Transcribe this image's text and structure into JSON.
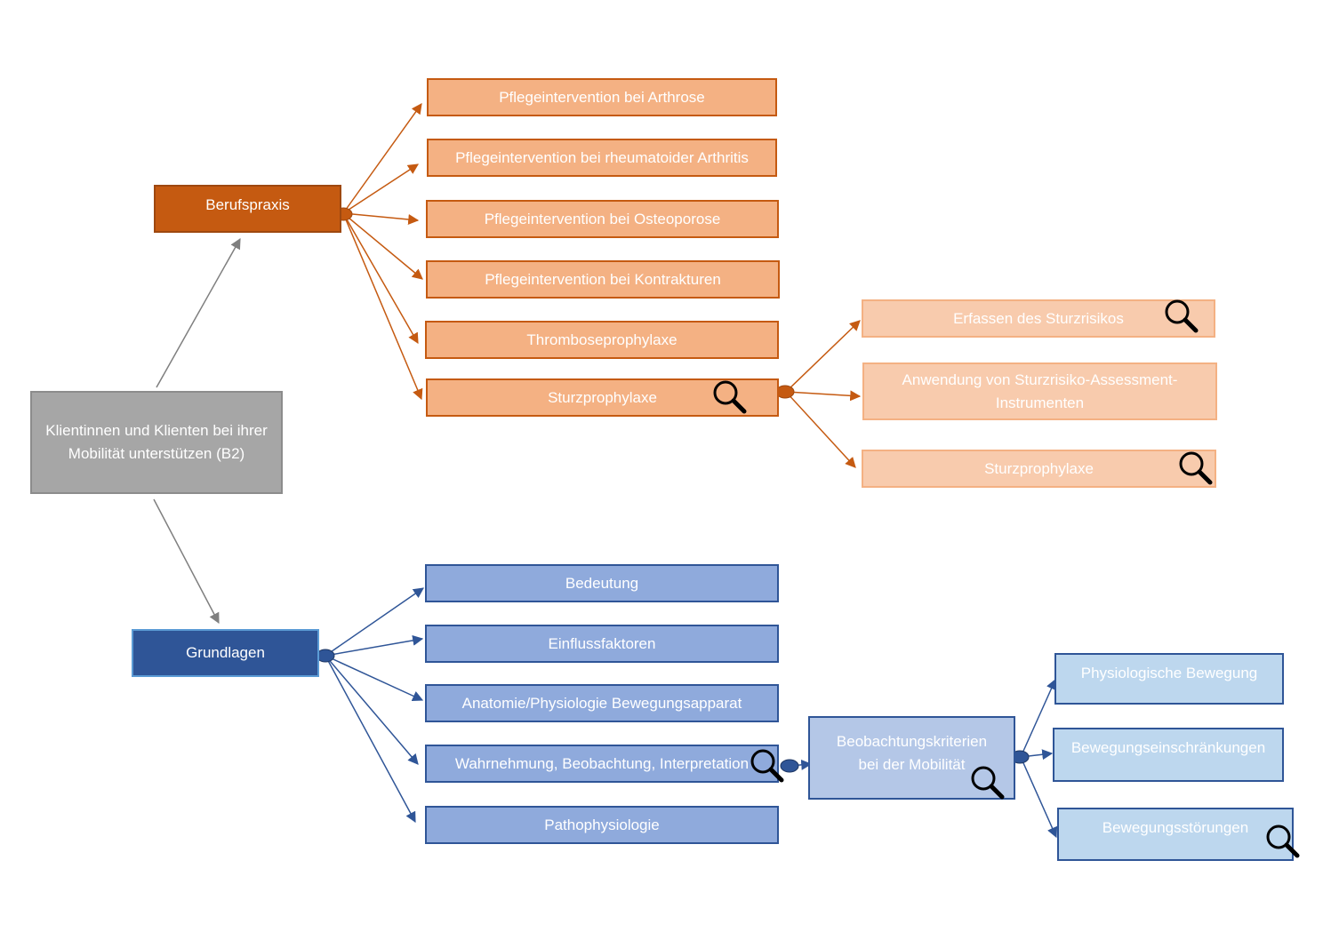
{
  "colors": {
    "gray_arrow": "#7f7f7f",
    "orange_arrow": "#c55a11",
    "blue_arrow": "#2f5597"
  },
  "icon": "magnifier-icon",
  "nodes": {
    "root": "Klientinnen und Klienten bei ihrer Mobilität unterstützen (B2)",
    "berufspraxis": "Berufspraxis",
    "grundlagen": "Grundlagen",
    "arthrose": "Pflegeintervention bei Arthrose",
    "rheuma": "Pflegeintervention bei rheumatoider Arthritis",
    "osteoporose": "Pflegeintervention bei Osteoporose",
    "kontrakturen": "Pflegeintervention bei Kontrakturen",
    "thrombose": "Thromboseprophylaxe",
    "sturzprophylaxe": "Sturzprophylaxe",
    "erfassen": "Erfassen des Sturzrisikos",
    "assessment": "Anwendung von Sturzrisiko-Assessment-Instrumenten",
    "sturzprophylaxe2": "Sturzprophylaxe",
    "bedeutung": "Bedeutung",
    "einfluss": "Einflussfaktoren",
    "anatomie": "Anatomie/Physiologie Bewegungsapparat",
    "wahrnehmung": "Wahrnehmung, Beobachtung, Interpretation",
    "patho": "Pathophysiologie",
    "kriterien": "Beobachtungskriterien bei der Mobilität",
    "physio": "Physiologische Bewegung",
    "einschraenkungen": "Bewegungseinschränkungen",
    "stoerungen": "Bewegungsstörungen"
  }
}
